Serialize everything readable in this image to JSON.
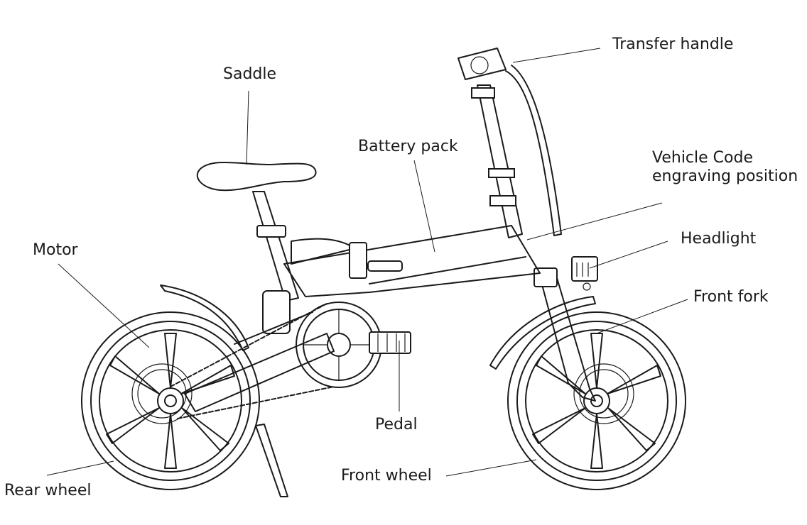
{
  "labels": {
    "transfer_handle": "Transfer handle",
    "saddle": "Saddle",
    "battery_pack": "Battery pack",
    "vehicle_code_line1": "Vehicle Code",
    "vehicle_code_line2": "engraving position",
    "headlight": "Headlight",
    "motor": "Motor",
    "front_fork": "Front fork",
    "pedal": "Pedal",
    "front_wheel": "Front wheel",
    "rear_wheel": "Rear wheel"
  },
  "colors": {
    "line": "#1a1a1a",
    "background": "#ffffff"
  }
}
